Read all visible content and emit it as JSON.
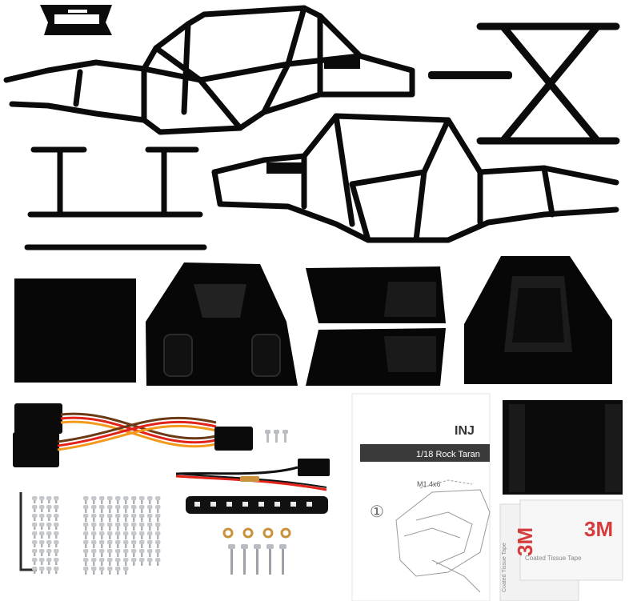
{
  "manual": {
    "brand": "INJ",
    "model_line": "1/18 Rock Taran",
    "screw_spec": "M1.4x6",
    "step": "①"
  },
  "tape": {
    "logo": "3M",
    "caption": "Coated Tissue Tape"
  },
  "colors": {
    "frame": "#0b0b0b",
    "panel": "#070707",
    "wire_red": "#e2231a",
    "wire_orange": "#f29a1c",
    "wire_brown": "#6b3a14",
    "steel": "#b9bcc0",
    "brass": "#c9923a",
    "tape_red": "#d63c3c"
  }
}
